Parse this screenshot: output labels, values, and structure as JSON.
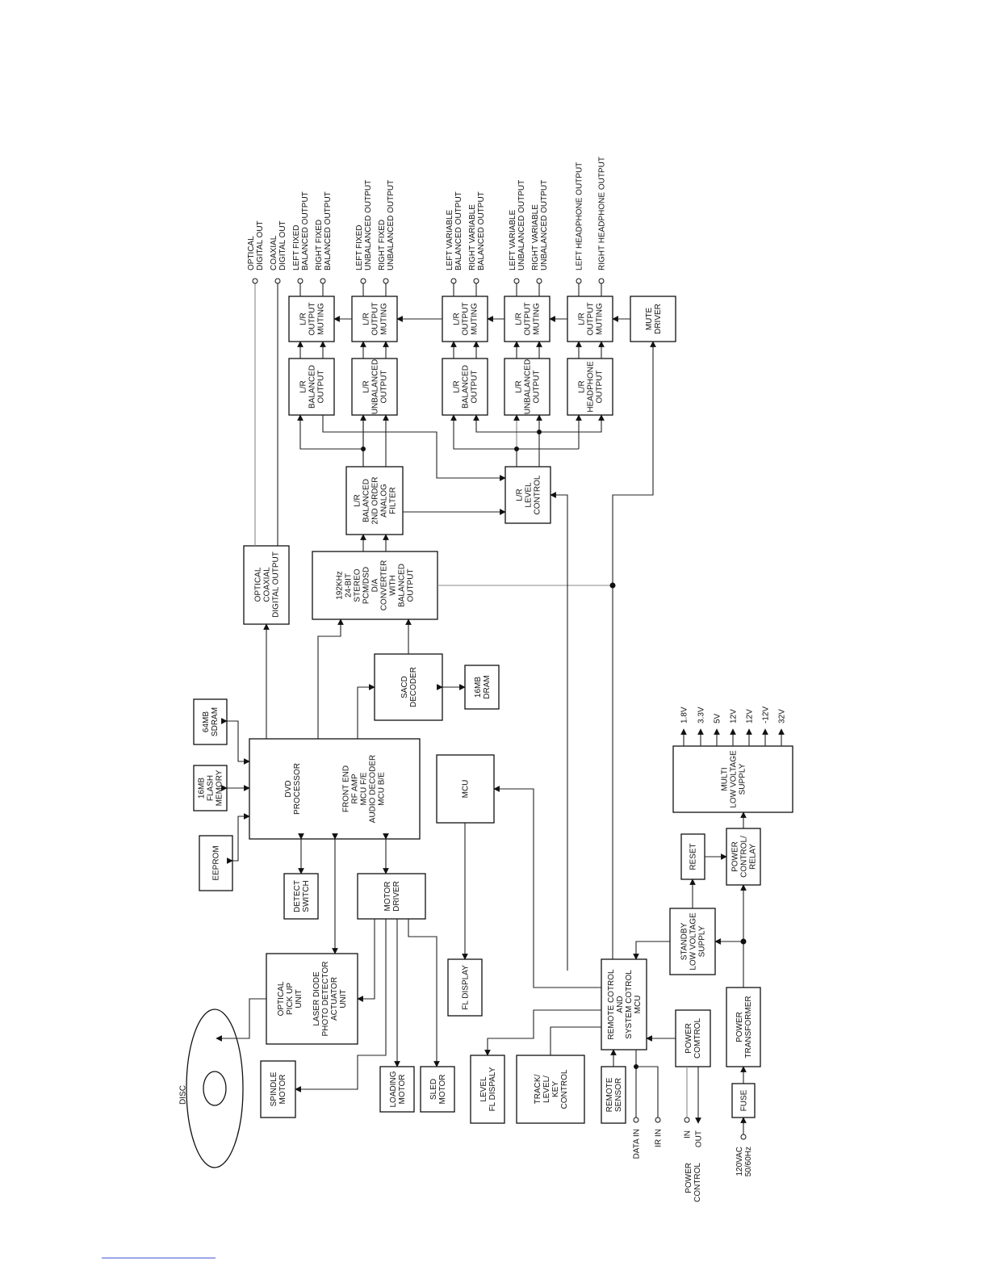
{
  "blocks": {
    "dvd_processor": [
      "DVD",
      "PROCESSOR"
    ],
    "dvd_processor_sub": [
      "FRONT END",
      "RF AMP",
      "MCU F/E",
      "AUDIO DECODER",
      "MCU B/E"
    ],
    "sdram": [
      "64MB",
      "SDRAM"
    ],
    "flash": [
      "16MB",
      "FLASH",
      "MEMORY"
    ],
    "eeprom": [
      "EEPROM"
    ],
    "detect_switch": [
      "DETECT",
      "SWITCH"
    ],
    "motor_driver": [
      "MOTOR",
      "DRIVER"
    ],
    "optical_pickup": [
      "OPTICAL",
      "PICK UP",
      "UNIT",
      "",
      "LASER DIODE",
      "PHOTO DETECTOR",
      "ACTUATOR",
      "UNIT"
    ],
    "spindle_motor": [
      "SPINDLE",
      "MOTOR"
    ],
    "loading_motor": [
      "LOADING",
      "MOTOR"
    ],
    "sled_motor": [
      "SLED",
      "MOTOR"
    ],
    "disc": "DISC",
    "optical_coax_out": [
      "OPTICAL",
      "COAXIAL",
      "DIGITAL OUTPUT"
    ],
    "sacd_decoder": [
      "SACD",
      "DECODER"
    ],
    "dram": [
      "16MB",
      "DRAM"
    ],
    "dac": [
      "192KHz",
      "24-BIT",
      "STEREO",
      "PCM/DSD",
      "D/A",
      "CONVERTER",
      "WITH",
      "BALANCED",
      "OUTPUT"
    ],
    "analog_filter": [
      "L/R",
      "BALANCED",
      "2ND ORDER",
      "ANALOG",
      "FILTER"
    ],
    "level_control": [
      "L/R",
      "LEVEL",
      "CONTROL"
    ],
    "mcu": [
      "MCU"
    ],
    "fl_display": [
      "FL DISPLAY"
    ],
    "level_fl_display": [
      "LEVEL",
      "FL DISPALY"
    ],
    "track_level_key": [
      "TRACK/",
      "LEVEL/",
      "KEY",
      "CONTROL"
    ],
    "remote_sensor": [
      "REMOTE",
      "SENSOR"
    ],
    "remote_system_mcu": [
      "REMOTE COTROL",
      "AND",
      "SYSTEM COTROL",
      "MCU"
    ],
    "power_comtrol": [
      "POWER",
      "COMTROL"
    ],
    "standby_supply": [
      "STANDBY",
      "LOW VOLTAGE",
      "SUPPLY"
    ],
    "reset": [
      "RESET"
    ],
    "power_relay": [
      "POWER",
      "CONTROL/",
      "RELAY"
    ],
    "multi_supply": [
      "MULTI",
      "LOW VOLTAGE",
      "SUPPLY"
    ],
    "power_transformer": [
      "POWER",
      "TRANSFORMER"
    ],
    "fuse": [
      "FUSE"
    ],
    "balanced_out_1": [
      "L/R",
      "BALANCED",
      "OUTPUT"
    ],
    "unbalanced_out_1": [
      "L/R",
      "UNBALANCED",
      "OUTPUT"
    ],
    "balanced_out_2": [
      "L/R",
      "BALANCED",
      "OUTPUT"
    ],
    "unbalanced_out_2": [
      "L/R",
      "UNBALANCED",
      "OUTPUT"
    ],
    "headphone_out": [
      "L/R",
      "HEADPHONE",
      "OUTPUT"
    ],
    "muting_1": [
      "L/R",
      "OUTPUT",
      "MUTING"
    ],
    "muting_2": [
      "L/R",
      "OUTPUT",
      "MUTING"
    ],
    "muting_3": [
      "L/R",
      "OUTPUT",
      "MUTING"
    ],
    "muting_4": [
      "L/R",
      "OUTPUT",
      "MUTING"
    ],
    "muting_5": [
      "L/R",
      "OUTPUT",
      "MUTING"
    ],
    "mute_driver": [
      "MUTE",
      "DRIVER"
    ]
  },
  "outputs": {
    "optical": [
      "OPTICAL",
      "DIGITAL OUT"
    ],
    "coaxial": [
      "COAXIAL",
      "DIGITAL OUT"
    ],
    "left_fixed_bal": [
      "LEFT FIXED",
      "BALANCED OUTPUT"
    ],
    "right_fixed_bal": [
      "RIGHT FIXED",
      "BALANCED OUTPUT"
    ],
    "left_fixed_unbal": [
      "LEFT FIXED",
      "UNBALANCED OUTPUT"
    ],
    "right_fixed_unbal": [
      "RIGHT FIXED",
      "UNBALANCED OUTPUT"
    ],
    "left_var_bal": [
      "LEFT VARIABLE",
      "BALANCED OUTPUT"
    ],
    "right_var_bal": [
      "RIGHT VARIABLE",
      "BALANCED OUTPUT"
    ],
    "left_var_unbal": [
      "LEFT VARIABLE",
      "UNBALANCED OUTPUT"
    ],
    "right_var_unbal": [
      "RIGHT VARIABLE",
      "UNBALANCED OUTPUT"
    ],
    "left_headphone": [
      "LEFT HEADPHONE OUTPUT"
    ],
    "right_headphone": [
      "RIGHT HEADPHONE OUTPUT"
    ]
  },
  "voltages": [
    "1.8V",
    "3.3V",
    "5V",
    "12V",
    "12V",
    "-12V",
    "32V"
  ],
  "inputs": {
    "data_in": "DATA IN",
    "ir_in": "IR IN",
    "in": "IN",
    "out": "OUT",
    "power_control": [
      "POWER",
      "CONTROL"
    ],
    "mains": [
      "120VAC",
      "50/60Hz"
    ]
  }
}
